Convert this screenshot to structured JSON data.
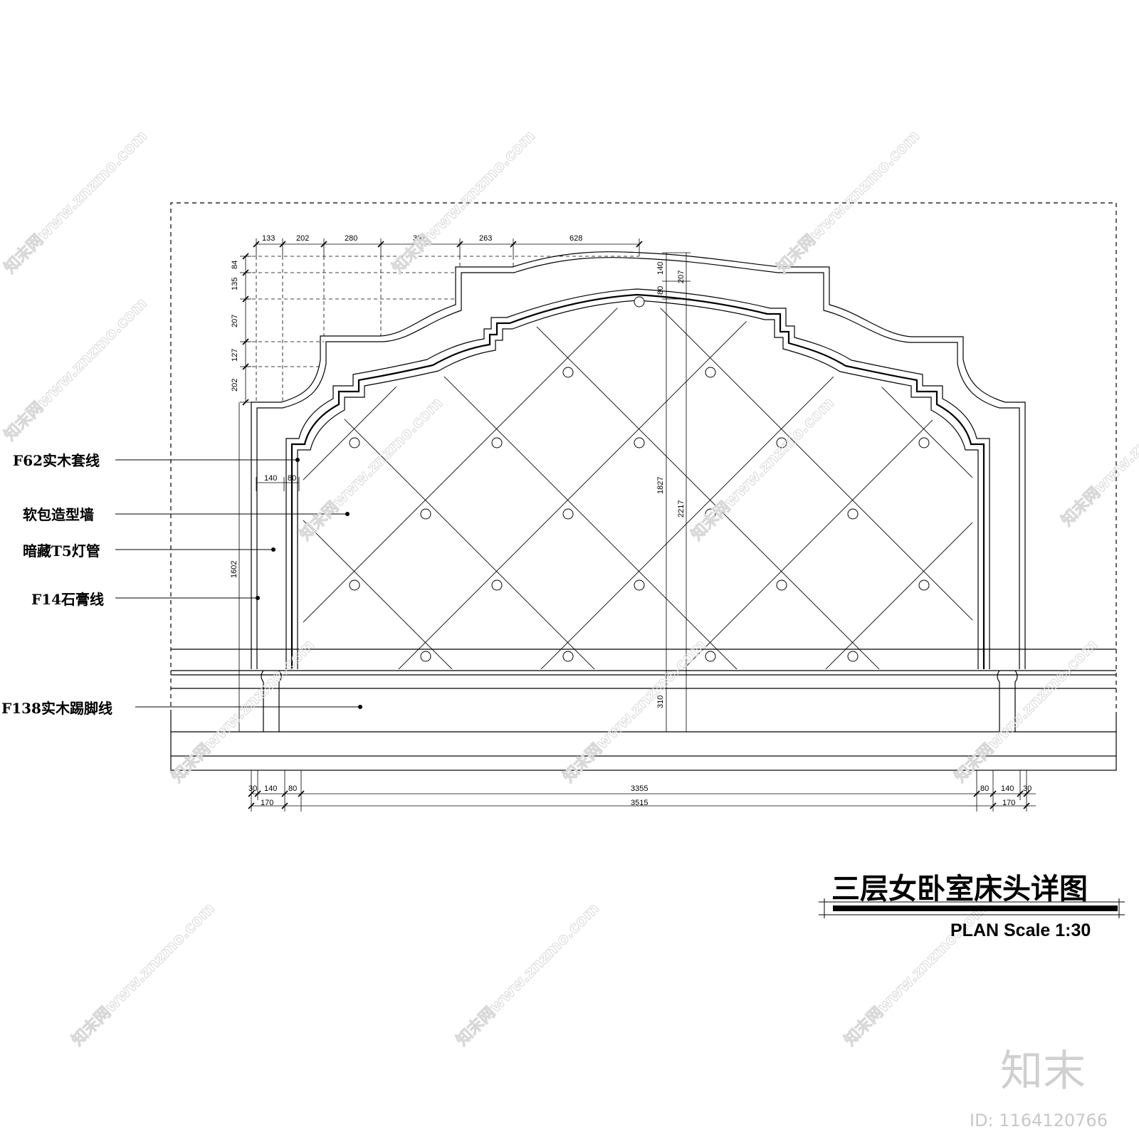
{
  "title": "三层女卧室床头详图",
  "scale_label": "PLAN Scale 1:30",
  "labels": {
    "casing": "F62实木套线",
    "soft_wall": "软包造型墙",
    "light": "暗藏T5灯管",
    "plaster": "F14石膏线",
    "skirting": "F138实木踢脚线"
  },
  "dimensions": {
    "top": [
      "133",
      "202",
      "280",
      "391",
      "263",
      "628"
    ],
    "left": [
      "84",
      "135",
      "207",
      "127",
      "202"
    ],
    "center_top": [
      "140",
      "207",
      "80"
    ],
    "center": [
      "1827",
      "2217",
      "310"
    ],
    "side_left": [
      "140",
      "80"
    ],
    "left_height": "1602",
    "bottom_row1": [
      "30",
      "140",
      "80",
      "3355",
      "80",
      "140",
      "30"
    ],
    "bottom_row2": [
      "170",
      "3515",
      "170"
    ]
  },
  "watermark": {
    "text": "知末网www.znzmo.com",
    "brand": "知末",
    "id": "ID: 1164120766"
  }
}
